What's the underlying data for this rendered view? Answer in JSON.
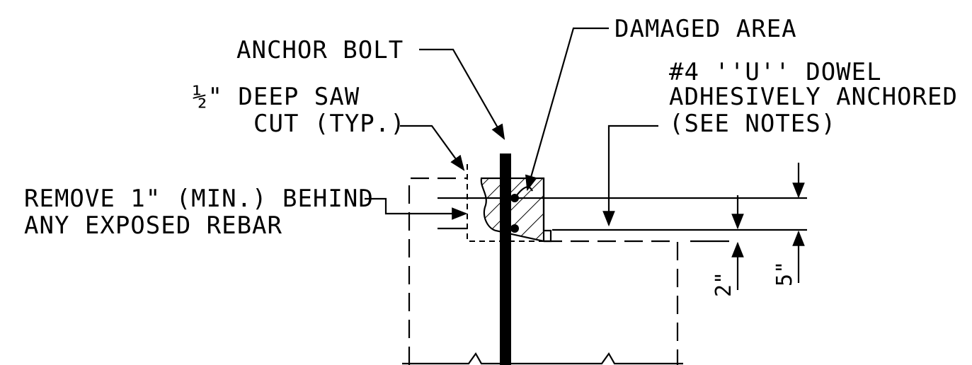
{
  "labels": {
    "damaged_area": "DAMAGED AREA",
    "anchor_bolt": "ANCHOR BOLT",
    "dowel_line1": "#4 ''U'' DOWEL",
    "dowel_line2": "ADHESIVELY ANCHORED",
    "dowel_line3": "(SEE NOTES)",
    "saw_cut_line1": "½\" DEEP SAW",
    "saw_cut_line2": "CUT (TYP.)",
    "remove_line1": "REMOVE 1\" (MIN.) BEHIND",
    "remove_line2": "ANY EXPOSED REBAR"
  },
  "dimensions": {
    "dim_2in": "2\"",
    "dim_5in": "5\""
  },
  "colors": {
    "ink": "#000000",
    "paper": "#ffffff"
  }
}
